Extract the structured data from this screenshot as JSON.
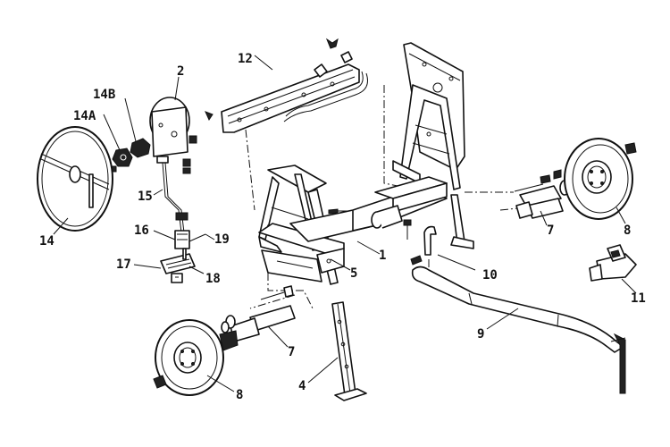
{
  "callouts": {
    "c1": "1",
    "c2": "2",
    "c4": "4",
    "c5": "5",
    "c7a": "7",
    "c7b": "7",
    "c8a": "8",
    "c8b": "8",
    "c9": "9",
    "c10": "10",
    "c11": "11",
    "c12": "12",
    "c14": "14",
    "c14a": "14A",
    "c14b": "14B",
    "c15": "15",
    "c16": "16",
    "c17": "17",
    "c18": "18",
    "c19": "19"
  }
}
